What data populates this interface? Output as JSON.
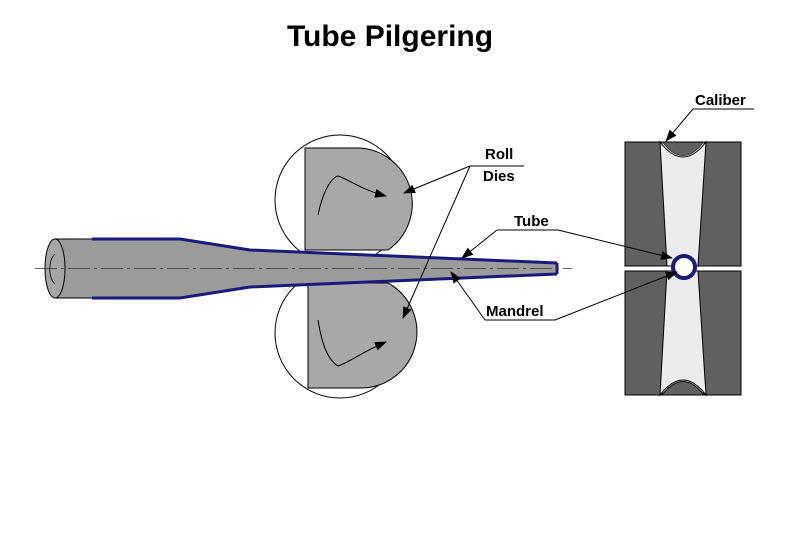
{
  "title": "Tube Pilgering",
  "labels": {
    "roll": "Roll",
    "dies": "Dies",
    "tube": "Tube",
    "mandrel": "Mandrel",
    "caliber": "Caliber"
  },
  "colors": {
    "tube_fill": "#9b9b9b",
    "tube_outline": "#1a1a7a",
    "die_fill": "#a8a8a8",
    "caliber_block": "#606060",
    "caliber_groove": "#ececec",
    "line": "#000000"
  }
}
